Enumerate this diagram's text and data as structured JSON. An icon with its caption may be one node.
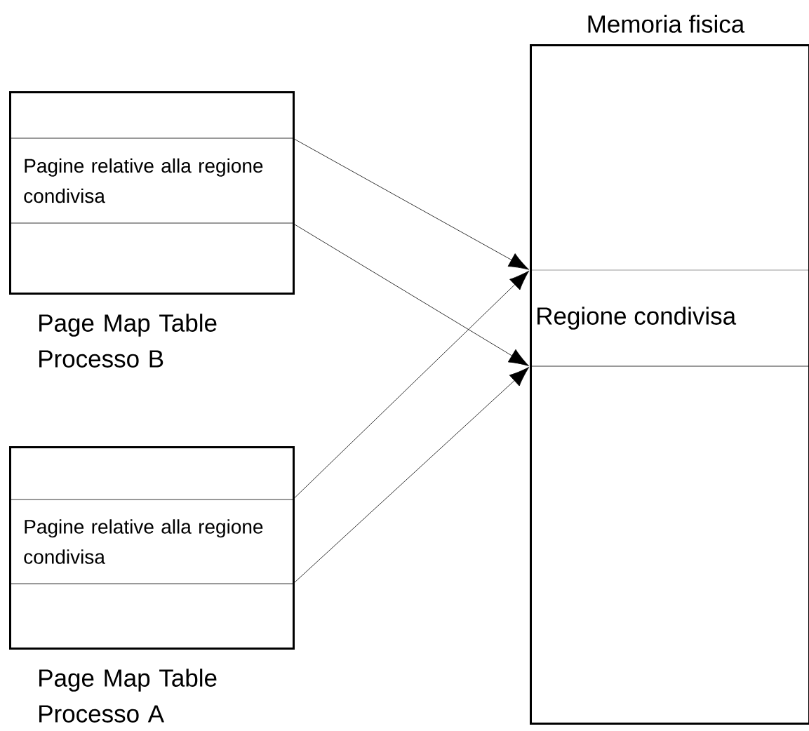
{
  "diagram": {
    "nodes": [
      {
        "text": [
          "Page Map Table Processo B"
        ]
      },
      {
        "text": [
          "Pagine relative alla regione condivisa"
        ],
        "in": 0
      },
      {
        "text": [
          "Page Map Table Processo A"
        ]
      },
      {
        "text": [
          "Pagine relative alla regione condivisa"
        ],
        "in": 2
      },
      {
        "text": [
          "Memoria fisica"
        ]
      },
      {
        "text": [
          "Regione condivisa"
        ],
        "in": 4
      }
    ],
    "edges": [
      {
        "from": 1,
        "to": 5,
        "arrow": "to"
      },
      {
        "from": 1,
        "to": 5,
        "arrow": "to"
      },
      {
        "from": 3,
        "to": 5,
        "arrow": "to"
      },
      {
        "from": 3,
        "to": 5,
        "arrow": "to"
      }
    ]
  }
}
